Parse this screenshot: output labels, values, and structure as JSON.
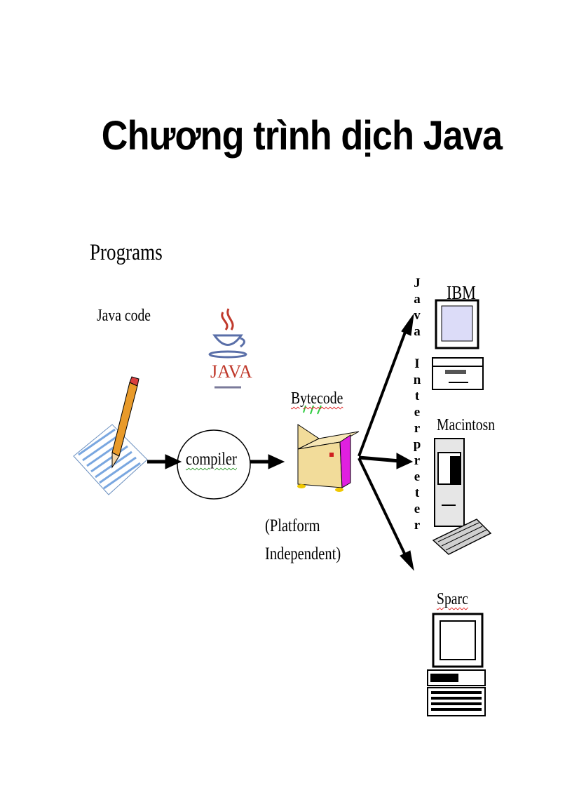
{
  "title": "Chương trình dịch Java",
  "labels": {
    "programs": "Programs",
    "java_code": "Java code",
    "compiler": "compiler",
    "bytecode": "Bytecode",
    "platform_line1": "(Platform",
    "platform_line2": "Independent)",
    "ibm": "IBM",
    "macintosh": "Macintosn",
    "sparc": "Sparc",
    "java_logo": "JAVA"
  },
  "vertical_text": [
    "J",
    "a",
    "v",
    "a",
    "",
    "I",
    "n",
    "t",
    "e",
    "r",
    "p",
    "r",
    "e",
    "t",
    "e",
    "r"
  ],
  "colors": {
    "arrow": "#000000",
    "title": "#000000",
    "pencil": "#e89a2a",
    "box": "#f2dc9a",
    "box_side": "#e020e0"
  }
}
